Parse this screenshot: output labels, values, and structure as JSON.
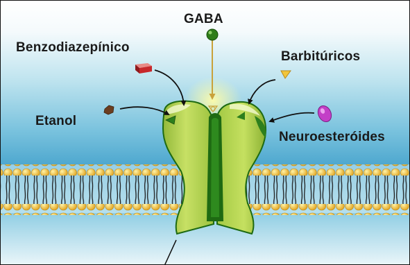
{
  "labels": {
    "gaba": "GABA",
    "benzodiazepinico": "Benzodiazepínico",
    "barbituricos": "Barbitúricos",
    "etanol": "Etanol",
    "neuroesteroides": "Neuroesteróides"
  },
  "colors": {
    "background_top": "#ffffff",
    "background_mid": "#bfe4ef",
    "background_low": "#4fa8cf",
    "channel": "#b9d84a",
    "channel_dark": "#1e6a12",
    "lipid_head": "#f3c23c",
    "gaba_ball": "#2f7d1a",
    "benzo_block": "#c7282b",
    "barbi_triangle": "#f2c53a",
    "neuro_ellipse": "#c33fc7",
    "etanol_rock": "#6b3e20"
  }
}
